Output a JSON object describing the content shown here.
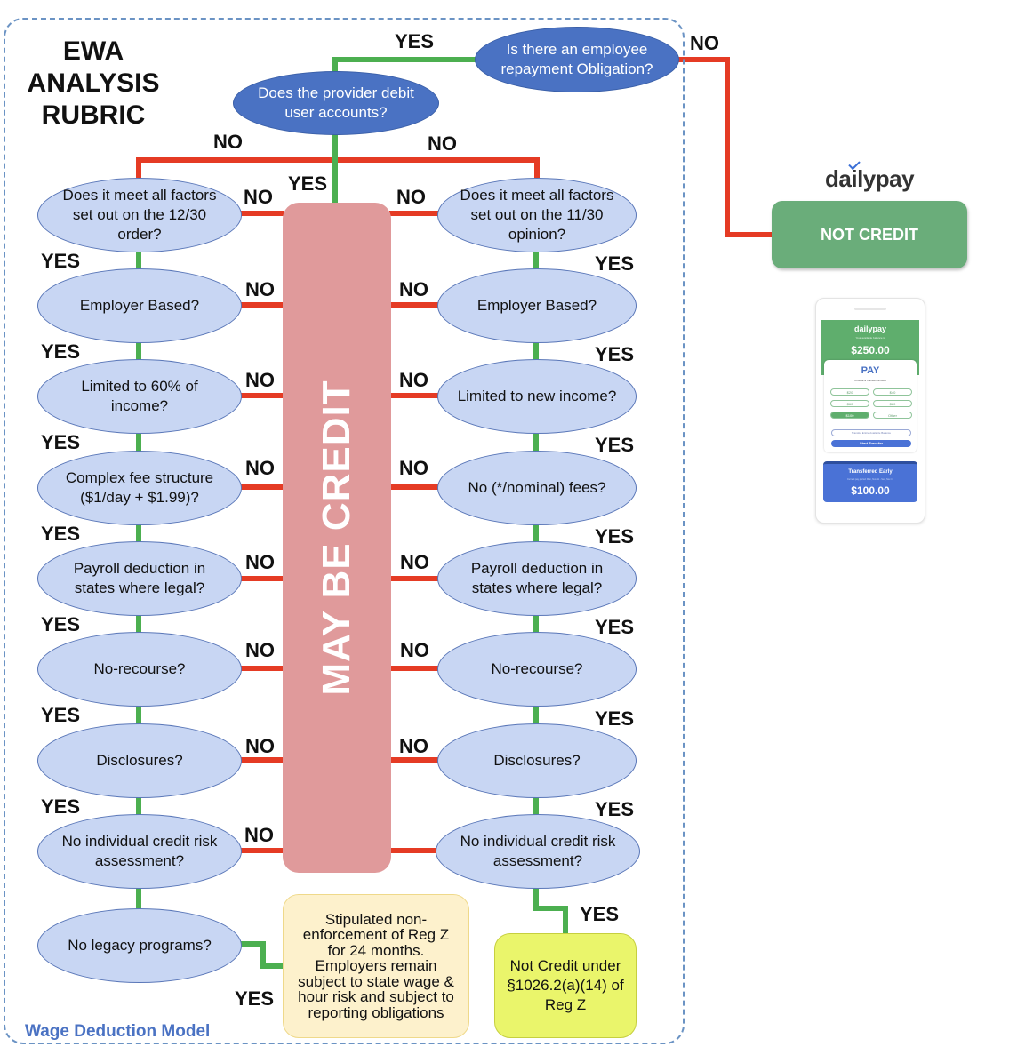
{
  "title": [
    "EWA",
    "ANALYSIS",
    "RUBRIC"
  ],
  "footer_label": "Wage Deduction Model",
  "colors": {
    "yes_line": "#4caf50",
    "no_line": "#e53b24",
    "dark_node": "#4a72c3",
    "light_node": "#c8d6f3",
    "may_be_credit": "#e09a9b",
    "not_credit": "#6aad7a",
    "stipulated_box": "#fdf1cc",
    "not_credit_reg_z": "#eaf56b",
    "frame": "#6b93c4"
  },
  "top_nodes": {
    "repayment": "Is there an employee repayment Obligation?",
    "debit": "Does the provider debit user accounts?"
  },
  "edge_labels": {
    "yes": "YES",
    "no": "NO"
  },
  "left_column": [
    "Does it meet all factors set out on the 12/30 order?",
    "Employer Based?",
    "Limited to 60% of income?",
    "Complex fee structure ($1/day + $1.99)?",
    "Payroll deduction in states where legal?",
    "No-recourse?",
    "Disclosures?",
    "No individual credit risk assessment?",
    "No legacy programs?"
  ],
  "right_column": [
    "Does it meet all factors set out on the 11/30 opinion?",
    "Employer Based?",
    "Limited to new income?",
    "No (*/nominal) fees?",
    "Payroll deduction in states where legal?",
    "No-recourse?",
    "Disclosures?",
    "No individual credit risk assessment?"
  ],
  "may_be_credit": "MAY BE CREDIT",
  "stipulated": "Stipulated non-enforcement of Reg Z for 24 months. Employers remain subject to state wage & hour risk and subject to reporting obligations",
  "not_credit_reg_z": "Not Credit under §1026.2(a)(14) of Reg Z",
  "not_credit": "NOT CREDIT",
  "brand": "dailypay",
  "phone": {
    "brand": "dailypay",
    "balance_caption": "Your available balance is",
    "balance": "$250.00",
    "pay_title": "PAY",
    "choose_caption": "Choose a Transfer Amount",
    "amounts": [
      "$20",
      "$40",
      "$60",
      "$80",
      "$100",
      "Other"
    ],
    "selected_amount": "$100",
    "transfer_all": "Transfer Entire Available Balance",
    "start_transfer": "Start Transfer",
    "early_title": "Transferred Early",
    "early_caption": "Current pay period: Mon, Nov 11 - Sun, Nov 17",
    "early_amount": "$100.00"
  }
}
